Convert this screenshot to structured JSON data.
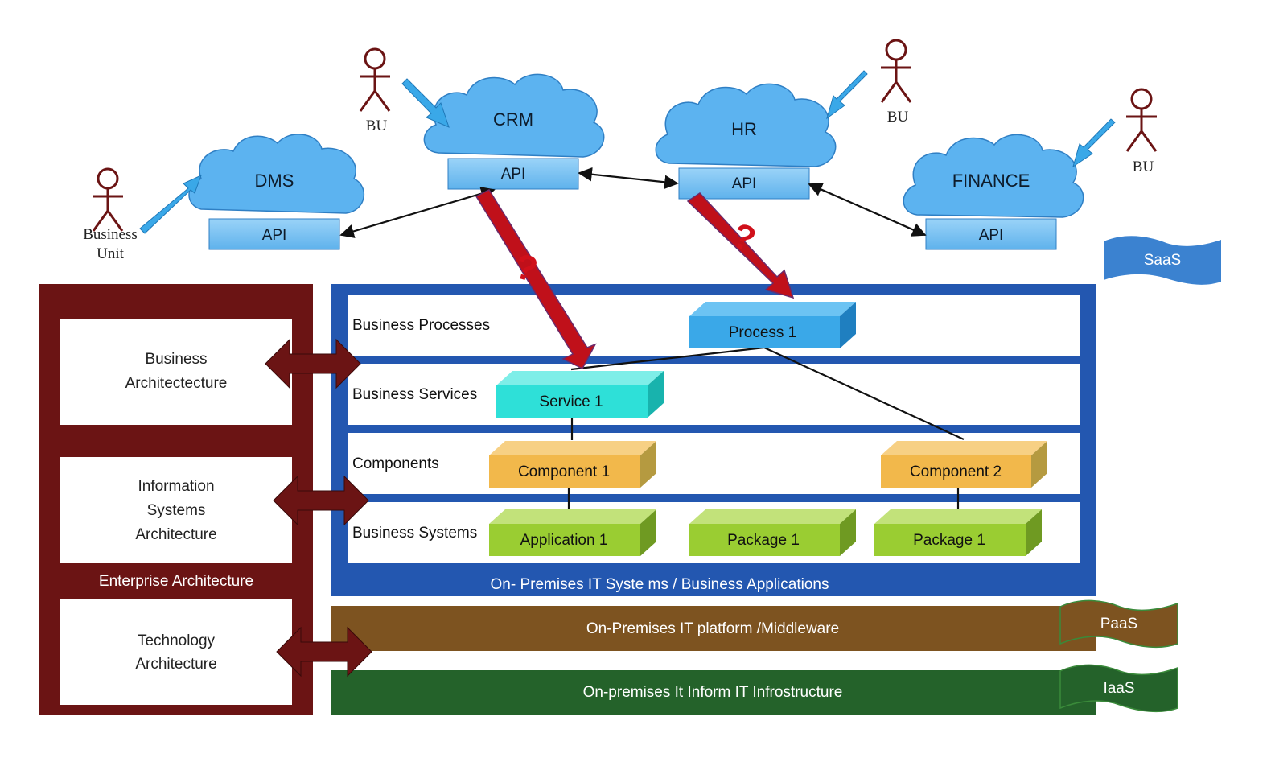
{
  "clouds": [
    {
      "name": "DMS",
      "api": "API"
    },
    {
      "name": "CRM",
      "api": "API"
    },
    {
      "name": "HR",
      "api": "API"
    },
    {
      "name": "FINANCE",
      "api": "API"
    }
  ],
  "actors": {
    "business_unit_line1": "Business",
    "business_unit_line2": "Unit",
    "crm": "BU",
    "hr": "BU",
    "finance": "BU"
  },
  "question_mark": "?",
  "flags": {
    "saas": "SaaS",
    "paas": "PaaS",
    "iaas": "IaaS"
  },
  "enterprise": {
    "title": "Enterprise Architecture",
    "business": [
      "Business",
      "Architectecture"
    ],
    "information": [
      "Information",
      "Systems",
      "Architecture"
    ],
    "technology": [
      "Technology",
      "Architecture"
    ]
  },
  "layers": {
    "processes": "Business Processes",
    "services": "Business Services",
    "components": "Components",
    "systems": "Business Systems"
  },
  "boxes": {
    "process1": "Process 1",
    "service1": "Service 1",
    "component1": "Component 1",
    "component2": "Component 2",
    "application1": "Application 1",
    "package1a": "Package 1",
    "package1b": "Package 1"
  },
  "bars": {
    "onprem_apps": "On- Premises IT Syste ms / Business Applications",
    "middleware": "On-Premises IT platform /Middleware",
    "infra": "On-premises It Inform IT Infrostructure"
  },
  "colors": {
    "cloud": "#5cb3f0",
    "api": "#7ec4f5",
    "blue_arrow": "#3aa8e8",
    "red_arrow": "#c0101a",
    "enterprise": "#6b1414",
    "onprem_frame": "#2357b0",
    "process": "#3aa8e8",
    "service": "#2ee0d8",
    "component": "#f2b84b",
    "system": "#9acd32",
    "middleware": "#7d5320",
    "infra": "#24622a",
    "saas_flag": "#3b82d0"
  }
}
